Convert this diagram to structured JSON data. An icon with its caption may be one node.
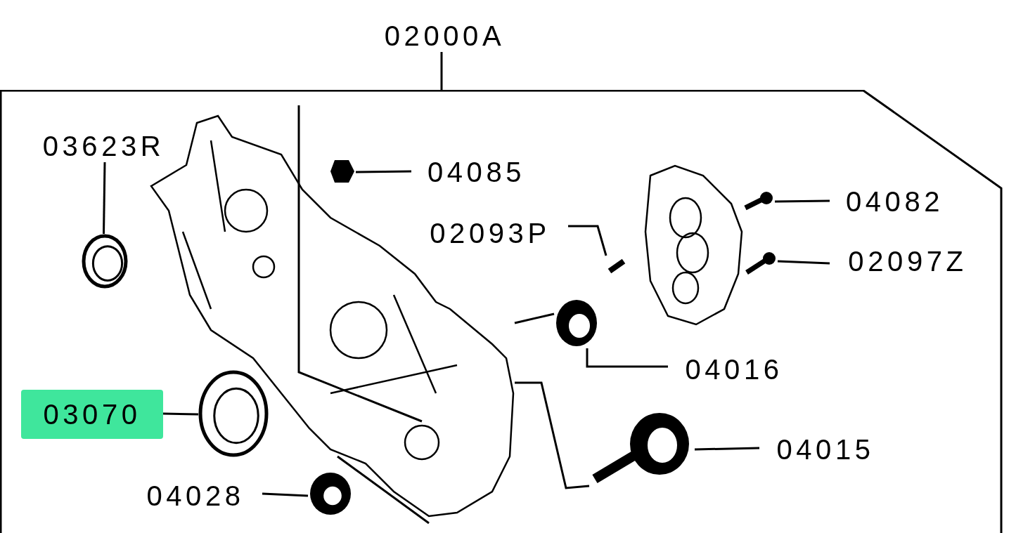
{
  "diagram": {
    "nodes": [
      {
        "text": [
          "02000A"
        ]
      },
      {
        "text": [],
        "shape": "box"
      },
      {
        "text": [
          "03623R"
        ],
        "in": 1
      },
      {
        "text": [],
        "shape": "picture",
        "in": 1
      },
      {
        "text": [
          "04085"
        ],
        "in": 1
      },
      {
        "text": [],
        "shape": "picture",
        "in": 1
      },
      {
        "text": [
          "04082"
        ],
        "in": 1
      },
      {
        "text": [],
        "shape": "picture",
        "in": 1
      },
      {
        "text": [
          "02093P"
        ],
        "in": 1
      },
      {
        "text": [],
        "shape": "picture",
        "in": 1
      },
      {
        "text": [
          "02097Z"
        ],
        "in": 1
      },
      {
        "text": [],
        "shape": "picture",
        "in": 1
      },
      {
        "text": [
          "04016"
        ],
        "in": 1
      },
      {
        "text": [],
        "shape": "picture",
        "in": 1
      },
      {
        "text": [
          "03070"
        ],
        "in": 1
      },
      {
        "text": [],
        "shape": "picture",
        "in": 1
      },
      {
        "text": [
          "04015"
        ],
        "in": 1
      },
      {
        "text": [],
        "shape": "picture",
        "in": 1
      },
      {
        "text": [
          "04028"
        ],
        "in": 1
      },
      {
        "text": [],
        "shape": "picture",
        "in": 1
      },
      {
        "text": [],
        "shape": "picture",
        "in": 1
      }
    ],
    "edges": [
      {
        "from": 0,
        "to": 1,
        "arrow": "none"
      },
      {
        "from": 2,
        "to": 3,
        "arrow": "none"
      },
      {
        "from": 4,
        "to": 5,
        "arrow": "none"
      },
      {
        "from": 6,
        "to": 7,
        "arrow": "none"
      },
      {
        "from": 8,
        "to": 9,
        "arrow": "none"
      },
      {
        "from": 10,
        "to": 11,
        "arrow": "none"
      },
      {
        "from": 12,
        "to": 13,
        "arrow": "none"
      },
      {
        "from": 14,
        "to": 15,
        "arrow": "none"
      },
      {
        "from": 16,
        "to": 17,
        "arrow": "none"
      },
      {
        "from": 18,
        "to": 19,
        "arrow": "none"
      },
      {
        "from": 20,
        "to": 13,
        "arrow": "none"
      },
      {
        "from": 20,
        "to": 17,
        "arrow": "none"
      }
    ]
  }
}
